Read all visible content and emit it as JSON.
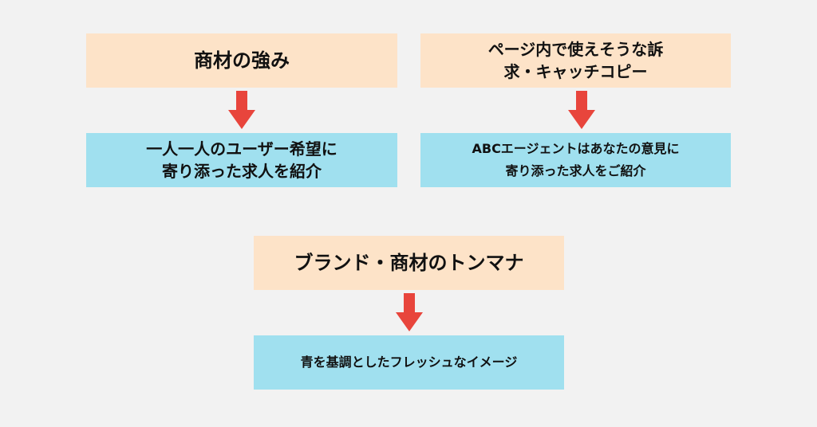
{
  "colors": {
    "background": "#f2f2f2",
    "orange_box": "#fde3c8",
    "blue_box": "#a0e0ef",
    "arrow": "#e8453c"
  },
  "left": {
    "title": "商材の強み",
    "description": "一人一人のユーザー希望に\n寄り添った求人を紹介"
  },
  "right": {
    "title": "ページ内で使えそうな訴\n求・キャッチコピー",
    "description": "ABCエージェントはあなたの意見に\n寄り添った求人をご紹介"
  },
  "bottom": {
    "title": "ブランド・商材のトンマナ",
    "description": "青を基調としたフレッシュなイメージ"
  }
}
